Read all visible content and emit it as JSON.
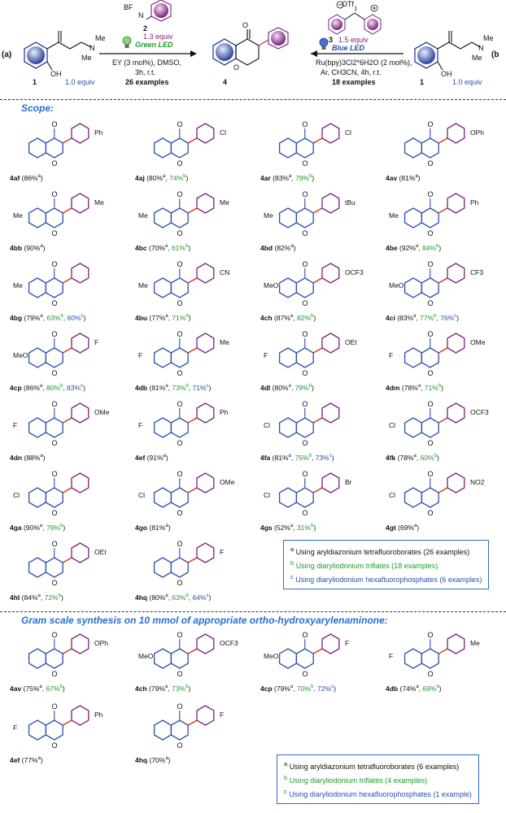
{
  "header": {
    "label_a": "(a)",
    "label_b": "(b",
    "start_cpd": "1",
    "start_equiv_a": "1.0 equiv",
    "start_equiv_b": "1.0 equiv",
    "reagent_a_num": "2",
    "reagent_a_equiv": "1.3 equiv",
    "reagent_a_bf4": "BF",
    "reagent_a_n2": "N",
    "led_a": "Green LED",
    "cond_a_line1": "EY (3 mol%), DMSO,",
    "cond_a_line2": "3h, r.t.",
    "examples_a": "26 examples",
    "product": "4",
    "reagent_b_otf": "OTf",
    "reagent_b_num": "3",
    "reagent_b_equiv": "1.5 equiv",
    "led_b": "Blue LED",
    "cond_b_line1": "Ru(bpy)3Cl2*6H2O (2 mol%),",
    "cond_b_line2": "Ar, CH3CN, 4h, r.t.",
    "examples_b": "18 examples",
    "oh": "OH",
    "me": "Me",
    "n": "N"
  },
  "scope_title": "Scope:",
  "gram_title": "Gram scale synthesis on 10 mmol of appropriate ortho-hydroxyarylenaminone:",
  "scope": [
    {
      "id": "4af",
      "a": "86%",
      "b": "",
      "c": "",
      "subst": "Ph",
      "ring": ""
    },
    {
      "id": "4aj",
      "a": "80%",
      "b": "74%",
      "c": "",
      "subst": "Cl",
      "ring": ""
    },
    {
      "id": "4ar",
      "a": "83%",
      "b": "79%",
      "c": "",
      "subst": "Cl",
      "ring": ""
    },
    {
      "id": "4av",
      "a": "81%",
      "b": "",
      "c": "",
      "subst": "OPh",
      "ring": ""
    },
    {
      "id": "4bb",
      "a": "90%",
      "b": "",
      "c": "",
      "subst": "Me",
      "ring": "Me"
    },
    {
      "id": "4bc",
      "a": "70%",
      "b": "61%",
      "c": "",
      "subst": "Me",
      "ring": "Me"
    },
    {
      "id": "4bd",
      "a": "82%",
      "b": "",
      "c": "",
      "subst": "tBu",
      "ring": "Me"
    },
    {
      "id": "4be",
      "a": "92%",
      "b": "84%",
      "c": "",
      "subst": "Ph",
      "ring": "Me"
    },
    {
      "id": "4bg",
      "a": "79%",
      "b": "63%",
      "c": "60%",
      "subst": "",
      "ring": "Me"
    },
    {
      "id": "4bu",
      "a": "77%",
      "b": "71%",
      "c": "",
      "subst": "CN",
      "ring": "Me"
    },
    {
      "id": "4ch",
      "a": "87%",
      "b": "82%",
      "c": "",
      "subst": "OCF3",
      "ring": "MeO"
    },
    {
      "id": "4ci",
      "a": "83%",
      "b": "77%",
      "c": "76%",
      "subst": "CF3",
      "ring": "MeO"
    },
    {
      "id": "4cp",
      "a": "86%",
      "b": "80%",
      "c": "83%",
      "subst": "F",
      "ring": "MeO"
    },
    {
      "id": "4db",
      "a": "81%",
      "b": "73%",
      "c": "71%",
      "subst": "Me",
      "ring": "F"
    },
    {
      "id": "4dl",
      "a": "80%",
      "b": "79%",
      "c": "",
      "subst": "OEt",
      "ring": "F"
    },
    {
      "id": "4dm",
      "a": "78%",
      "b": "71%",
      "c": "",
      "subst": "OMe",
      "ring": "F"
    },
    {
      "id": "4dn",
      "a": "88%",
      "b": "",
      "c": "",
      "subst": "OMe",
      "ring": "F"
    },
    {
      "id": "4ef",
      "a": "91%",
      "b": "",
      "c": "",
      "subst": "Ph",
      "ring": "F"
    },
    {
      "id": "4fa",
      "a": "81%",
      "b": "75%",
      "c": "73%",
      "subst": "",
      "ring": "Cl"
    },
    {
      "id": "4fk",
      "a": "78%",
      "b": "60%",
      "c": "",
      "subst": "OCF3",
      "ring": "Cl"
    },
    {
      "id": "4ga",
      "a": "90%",
      "b": "79%",
      "c": "",
      "subst": "",
      "ring": "Cl"
    },
    {
      "id": "4go",
      "a": "81%",
      "b": "",
      "c": "",
      "subst": "OMe",
      "ring": "Cl"
    },
    {
      "id": "4gs",
      "a": "52%",
      "b": "31%",
      "c": "",
      "subst": "Br",
      "ring": "Cl"
    },
    {
      "id": "4gt",
      "a": "69%",
      "b": "",
      "c": "",
      "subst": "NO2",
      "ring": "Cl"
    },
    {
      "id": "4hl",
      "a": "84%",
      "b": "72%",
      "c": "",
      "subst": "OEt",
      "ring": ""
    },
    {
      "id": "4hq",
      "a": "80%",
      "b": "63%",
      "c": "64%",
      "subst": "F",
      "ring": ""
    }
  ],
  "gram": [
    {
      "id": "4av",
      "a": "75%",
      "b": "67%",
      "c": "",
      "subst": "OPh",
      "ring": ""
    },
    {
      "id": "4ch",
      "a": "79%",
      "b": "73%",
      "c": "",
      "subst": "OCF3",
      "ring": "MeO"
    },
    {
      "id": "4cp",
      "a": "79%",
      "b": "70%",
      "c": "72%",
      "subst": "F",
      "ring": "MeO"
    },
    {
      "id": "4db",
      "a": "74%",
      "b": "69%",
      "c": "",
      "subst": "Me",
      "ring": "F"
    },
    {
      "id": "4ef",
      "a": "77%",
      "b": "",
      "c": "",
      "subst": "Ph",
      "ring": "F"
    },
    {
      "id": "4hq",
      "a": "70%",
      "b": "",
      "c": "",
      "subst": "F",
      "ring": ""
    }
  ],
  "footnote1": {
    "a": "Using  aryldiazonium tetrafluoroborates (26 examples)",
    "b": "Using diaryliodonium triflates  (18 examples)",
    "c": "Using diaryliodonium hexafluorophosphates (6 examples)"
  },
  "footnote2": {
    "a": "Using  aryldiazonium tetrafluoroborates (6 examples)",
    "b": "Using diaryliodonium triflates (4 examples)",
    "c": "Using diaryliodonium hexafluorophosphates (1 example)"
  },
  "colors": {
    "blue": "#2a4fb0",
    "purple": "#7a1f7a",
    "green": "#1e9a2a",
    "red": "#d8321e",
    "title": "#2a6ed0"
  }
}
